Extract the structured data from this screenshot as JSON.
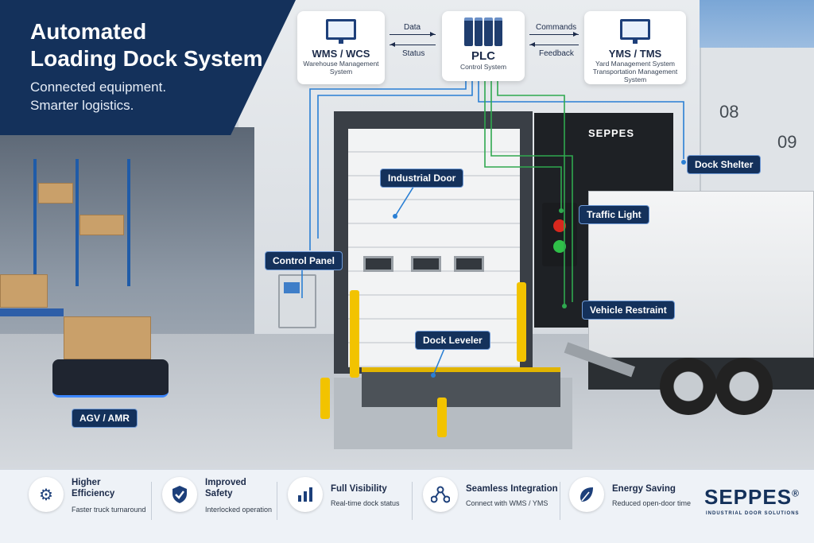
{
  "title": {
    "line1": "Automated",
    "line2": "Loading Dock System"
  },
  "subtitle": {
    "line1": "Connected equipment.",
    "line2": "Smarter logistics."
  },
  "systems": {
    "wms": {
      "title": "WMS / WCS",
      "sub1": "Warehouse Management",
      "sub2": "System"
    },
    "plc": {
      "title": "PLC",
      "sub1": "Control System"
    },
    "yms": {
      "title": "YMS / TMS",
      "sub1": "Yard Management System",
      "sub2": "Transportation Management System"
    }
  },
  "flows": {
    "data": "Data",
    "status": "Status",
    "commands": "Commands",
    "feedback": "Feedback"
  },
  "callouts": {
    "industrial_door": "Industrial Door",
    "dock_shelter": "Dock Shelter",
    "traffic_light": "Traffic Light",
    "control_panel": "Control Panel",
    "vehicle_restraint": "Vehicle Restraint",
    "dock_leveler": "Dock Leveler",
    "agv": "AGV / AMR"
  },
  "scene": {
    "shelter_brand": "SEPPES",
    "bay_a": "08",
    "bay_b": "09"
  },
  "benefits": [
    {
      "icon": "gear-icon",
      "title1": "Higher",
      "title2": "Efficiency",
      "sub": "Faster truck turnaround"
    },
    {
      "icon": "shield-check-icon",
      "title1": "Improved",
      "title2": "Safety",
      "sub": "Interlocked operation"
    },
    {
      "icon": "bar-chart-icon",
      "title1": "Full Visibility",
      "title2": "",
      "sub": "Real-time dock status"
    },
    {
      "icon": "network-icon",
      "title1": "Seamless Integration",
      "title2": "",
      "sub": "Connect with WMS / YMS"
    },
    {
      "icon": "leaf-icon",
      "title1": "Energy Saving",
      "title2": "",
      "sub": "Reduced open-door time"
    }
  ],
  "brand": {
    "name": "SEPPES",
    "reg": "®",
    "tagline": "INDUSTRIAL DOOR SOLUTIONS"
  },
  "colors": {
    "navy": "#14315b",
    "accent_green": "#2fa84f",
    "accent_blue": "#2a7fd4",
    "safety_yellow": "#f2c300"
  }
}
